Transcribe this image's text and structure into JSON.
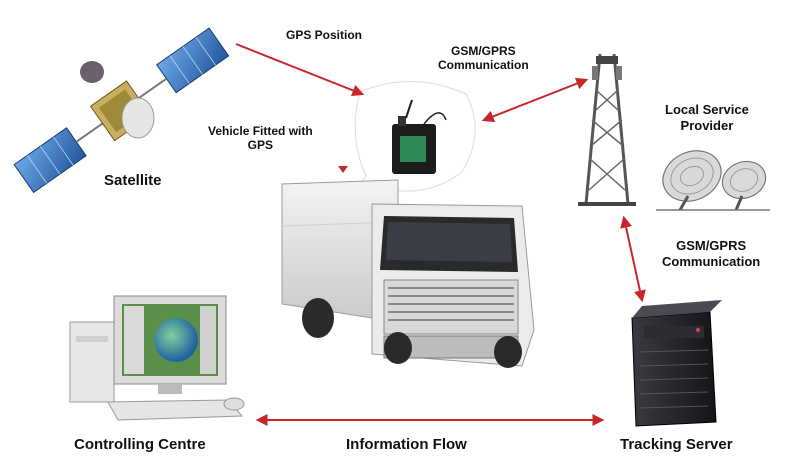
{
  "labels": {
    "satellite": "Satellite",
    "gps_position": "GPS Position",
    "gsm_gprs_top": [
      "GSM/GPRS",
      "Communication"
    ],
    "vehicle": [
      "Vehicle Fitted with",
      "GPS"
    ],
    "local_service_provider": [
      "Local Service",
      "Provider"
    ],
    "gsm_gprs_right": [
      "GSM/GPRS",
      "Communication"
    ],
    "controlling_centre": "Controlling Centre",
    "information_flow": "Information Flow",
    "tracking_server": "Tracking Server"
  },
  "icons": [
    "satellite-icon",
    "gps-tracker-device-icon",
    "truck-icon",
    "cell-tower-icon",
    "satellite-dish-icon",
    "computer-monitor-icon",
    "server-icon"
  ],
  "colors": {
    "arrow": "#c8262a",
    "text": "#111111",
    "solar_panel": "#3a78c8",
    "tracker_screen": "#2e8b57",
    "globe": "#2f7fbf",
    "server": "#1e1e22"
  }
}
